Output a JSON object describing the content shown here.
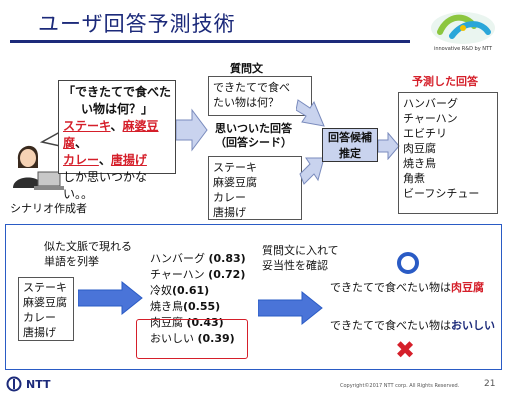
{
  "title": "ユーザ回答予測技術",
  "logo": {
    "tagline": "innovative R&D by NTT"
  },
  "bubble": {
    "line1": "「できたてで食べた",
    "line2": "い物は何？」",
    "item1": "ステーキ",
    "sep1": "、",
    "item2": "麻婆豆腐",
    "sep2": "、",
    "item3": "カレー",
    "sep3": "、",
    "item4": "唐揚げ",
    "line5": "しか思いつかない。。"
  },
  "person_label": "シナリオ作成者",
  "question": {
    "label": "質問文",
    "text1": "できたてで食べ",
    "text2": "たい物は何？"
  },
  "seed": {
    "label1": "思いついた回答",
    "label2": "（回答シード）",
    "items": [
      "ステーキ",
      "麻婆豆腐",
      "カレー",
      "唐揚げ"
    ]
  },
  "estimate": {
    "line1": "回答候補",
    "line2": "推定"
  },
  "prediction": {
    "label": "予測した回答",
    "items": [
      "ハンバーグ",
      "チャーハン",
      "エビチリ",
      "肉豆腐",
      "焼き鳥",
      "角煮",
      "ビーフシチュー"
    ]
  },
  "lower": {
    "context_line1": "似た文脈で現れる",
    "context_line2": "単語を列挙",
    "words": [
      "ステーキ",
      "麻婆豆腐",
      "カレー",
      "唐揚げ"
    ],
    "candidates": [
      {
        "name": "ハンバーグ",
        "score": "(0.83)"
      },
      {
        "name": "チャーハン",
        "score": "(0.72)"
      },
      {
        "name": "冷奴",
        "score": "(0.61)"
      },
      {
        "name": "焼き鳥",
        "score": "(0.55)"
      },
      {
        "name": "肉豆腐",
        "score": "(0.43)"
      },
      {
        "name": "おいしい",
        "score": "(0.39)"
      }
    ],
    "validate_line1": "質問文に入れて",
    "validate_line2": "妥当性を確認",
    "result_ok_prefix": "できたてで食べたい物は",
    "result_ok_word": "肉豆腐",
    "result_ng_prefix": "できたてで食べたい物は",
    "result_ng_word": "おいしい"
  },
  "footer": {
    "brand": "NTT",
    "copyright": "Copyright©2017 NTT corp. All Rights Reserved.",
    "page": "21"
  },
  "colors": {
    "title": "#1c2a7a",
    "accent_red": "#d51f2a",
    "accent_blue": "#2a5bc5",
    "estimate_fill": "#c9d3ee"
  }
}
